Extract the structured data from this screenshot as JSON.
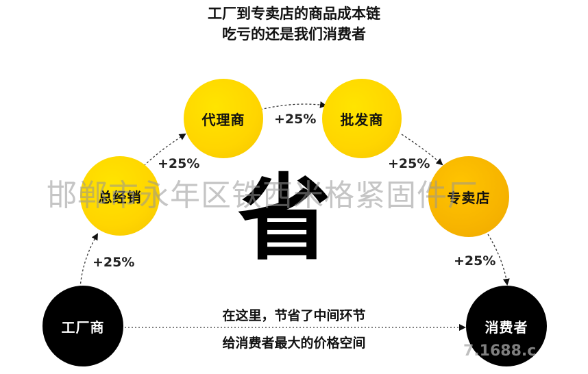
{
  "title": {
    "line1": "工厂到专卖店的商品成本链",
    "line2": "吃亏的还是我们消费者"
  },
  "nodes": {
    "factory": "工厂商",
    "distributor": "总经销",
    "agent": "代理商",
    "wholesaler": "批发商",
    "store": "专卖店",
    "consumer": "消费者"
  },
  "markups": [
    "+25%",
    "+25%",
    "+25%",
    "+25%",
    "+25%"
  ],
  "big_char": "省",
  "caption": {
    "line1": "在这里，节省了中间环节",
    "line2": "给消费者最大的价格空间"
  },
  "watermark": {
    "text": "邯郸市永年区铁西米格紧固件厂",
    "url": "7.1688.c"
  },
  "colors": {
    "yellow": "#ffd500",
    "orange": "#f7b400",
    "black": "#000000"
  }
}
